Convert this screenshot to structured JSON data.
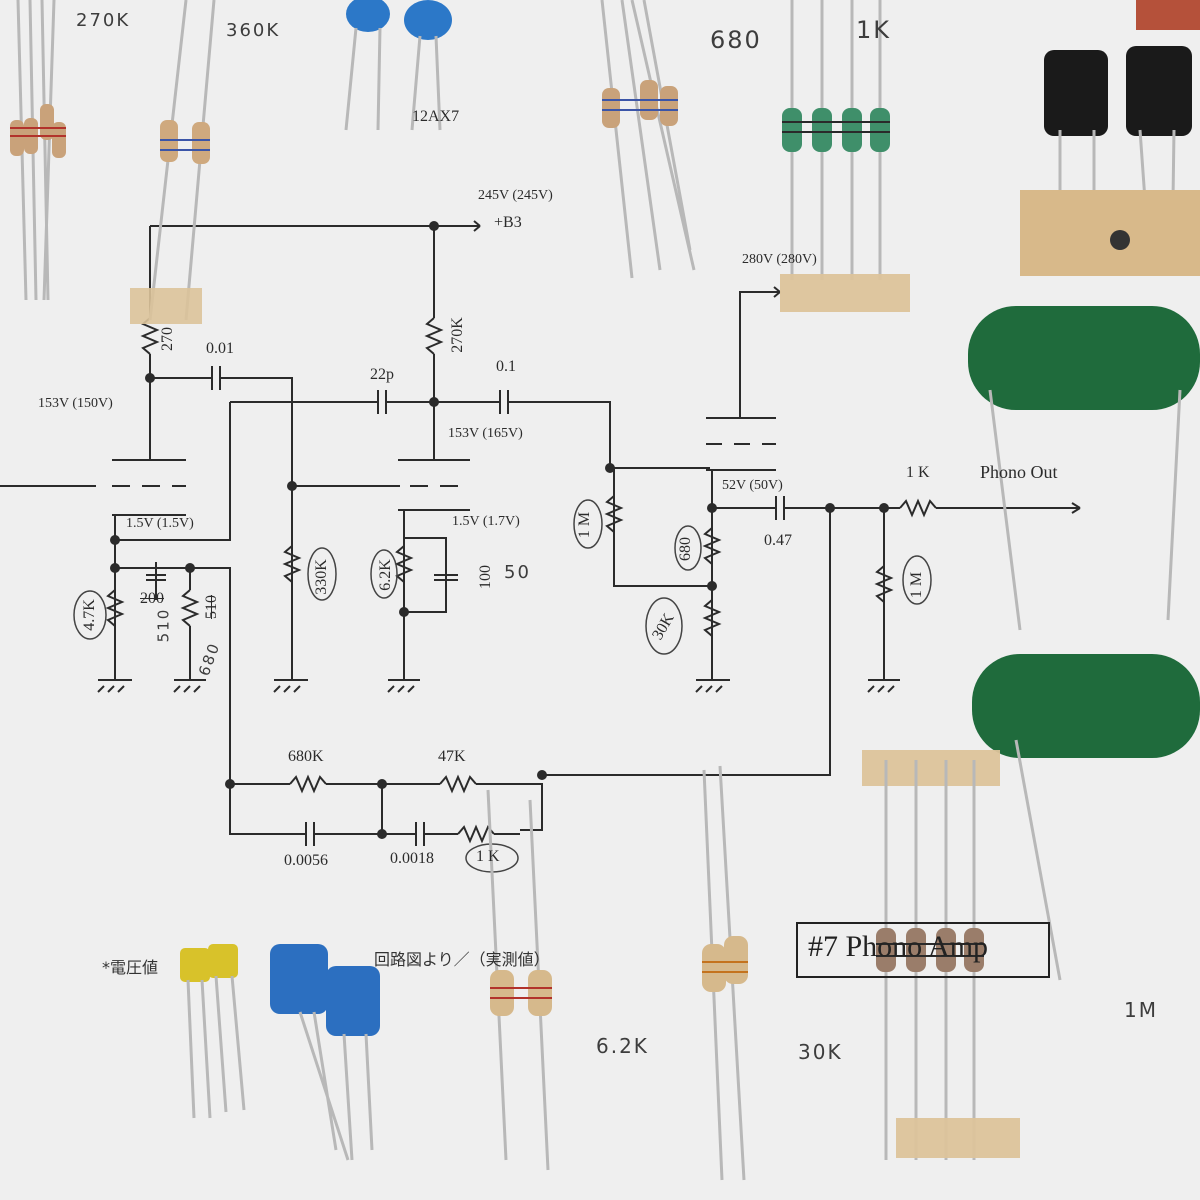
{
  "labels": {
    "tube": "12AX7",
    "supply": "245V (245V)",
    "supply_node": "+B3",
    "supply2": "280V (280V)",
    "plate1_v": "153V (150V)",
    "plate2_v": "153V (165V)",
    "cath1_v": "1.5V (1.5V)",
    "cath2_v": "1.5V (1.7V)",
    "out_v": "52V (50V)",
    "c_001": "0.01",
    "c_22p": "22p",
    "c_01": "0.1",
    "c_047": "0.47",
    "c_100": "100",
    "c_100_hw": "50",
    "r_270": "270",
    "r_270k": "270K",
    "r_1k_out": "1 K",
    "r_1m_out": "1 M",
    "r_1m": "1 M",
    "r_680": "680",
    "r_30k": "30K",
    "r_330k": "330K",
    "r_62k": "6.2K",
    "r_47k": "4.7K",
    "r_200": "200",
    "r_200_hw": "510",
    "r_510": "510",
    "r_510_hw": "680",
    "fb_680k": "680K",
    "fb_47k": "47K",
    "fb_0056": "0.0056",
    "fb_0018": "0.0018",
    "fb_1k": "1 K",
    "phono_out": "Phono Out",
    "title": "#7 Phono Amp",
    "note": "*電圧値",
    "note2": "回路図より／（実測値）"
  },
  "handwritten": {
    "top_270k": "270K",
    "top_360k": "360K",
    "top_680": "680",
    "top_1k": "1K",
    "bottom_62k": "6.2K",
    "bottom_30k": "30K",
    "bottom_1m": "1M"
  },
  "colors": {
    "paper": "#efefef",
    "ink": "#2b2b2b",
    "film_cap": "#1f6b3c",
    "electrolytic": "#1a1a1a",
    "blue_cap": "#2c6fc0",
    "yellow_cap": "#d8c22a",
    "tan_resistor": "#d6b98c",
    "tape": "#dcc39a"
  }
}
